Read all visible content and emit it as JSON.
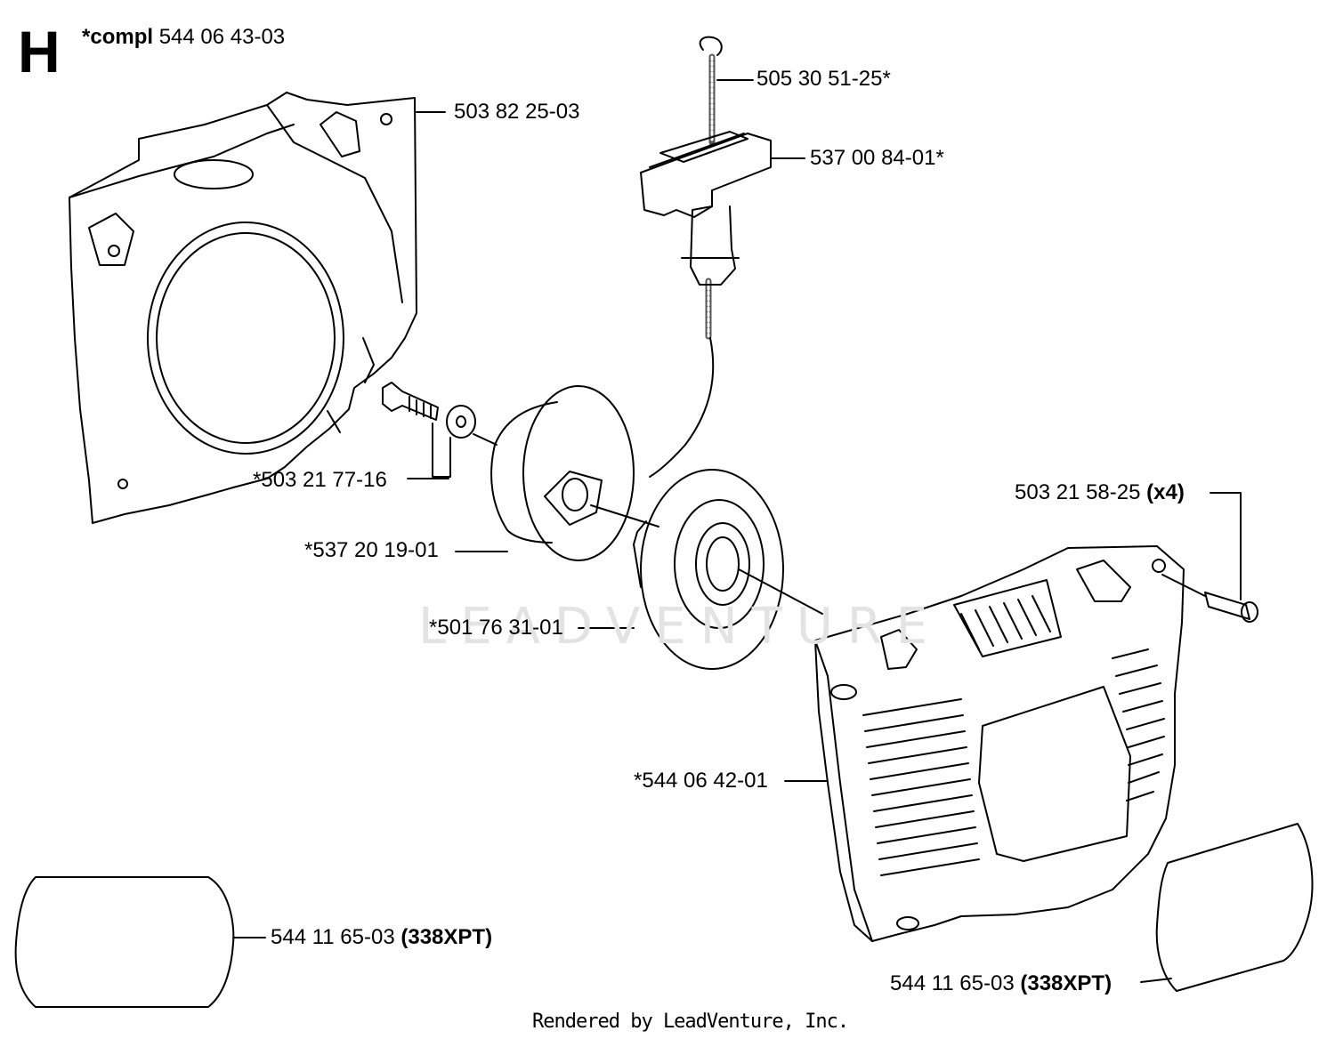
{
  "section_letter": "H",
  "assembly": {
    "prefix": "*compl",
    "part": "544 06 43-03"
  },
  "parts": [
    {
      "number": "503 82 25-03",
      "qualifier": ""
    },
    {
      "number": "505 30 51-25*",
      "qualifier": ""
    },
    {
      "number": "537 00 84-01*",
      "qualifier": ""
    },
    {
      "number": "*503 21 77-16",
      "qualifier": ""
    },
    {
      "number": "*537 20 19-01",
      "qualifier": ""
    },
    {
      "number": "*501 76 31-01",
      "qualifier": ""
    },
    {
      "number": "503 21 58-25",
      "qualifier": "(x4)"
    },
    {
      "number": "*544 06 42-01",
      "qualifier": ""
    },
    {
      "number": "544 11 65-03",
      "qualifier": "(338XPT)"
    },
    {
      "number": "544 11 65-03",
      "qualifier": "(338XPT)"
    }
  ],
  "watermark": "LEADVENTURE",
  "footer": "Rendered by LeadVenture, Inc."
}
